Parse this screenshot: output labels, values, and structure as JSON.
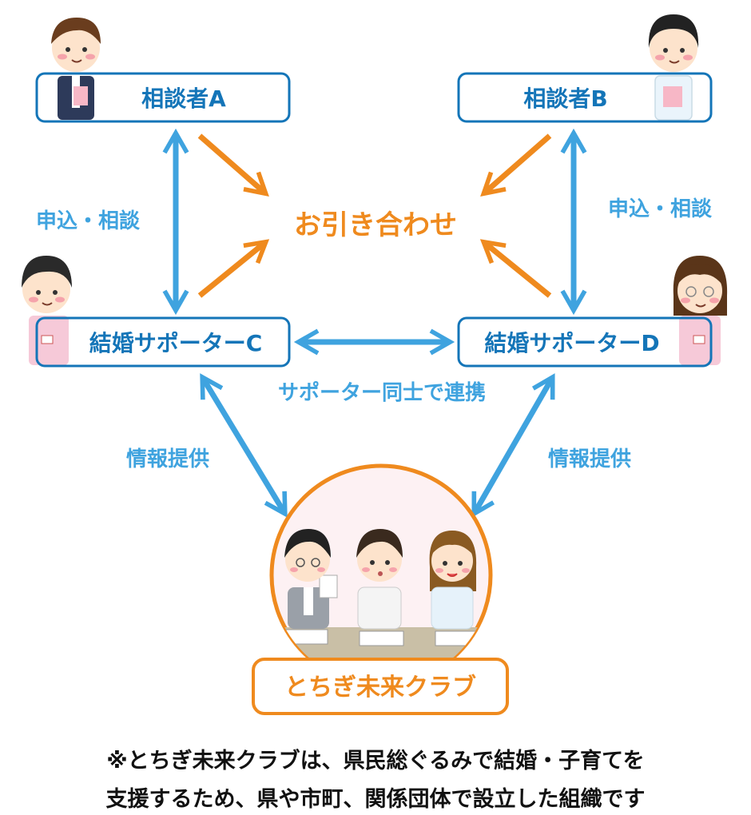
{
  "nodes": {
    "consultant_a": "相談者A",
    "consultant_b": "相談者B",
    "supporter_c": "結婚サポーターC",
    "supporter_d": "結婚サポーターD",
    "club": "とちぎ未来クラブ"
  },
  "labels": {
    "apply_left": "申込・相談",
    "apply_right": "申込・相談",
    "introduction": "お引き合わせ",
    "cooperation": "サポーター同士で連携",
    "info_left": "情報提供",
    "info_right": "情報提供"
  },
  "note": {
    "line1": "※とちぎ未来クラブは、県民総ぐるみで結婚・子育てを",
    "line2": "支援するため、県や市町、関係団体で設立した組織です"
  },
  "colors": {
    "box_border": "#1475b8",
    "blue_arrow": "#3fa3df",
    "orange": "#ef8a1e"
  }
}
